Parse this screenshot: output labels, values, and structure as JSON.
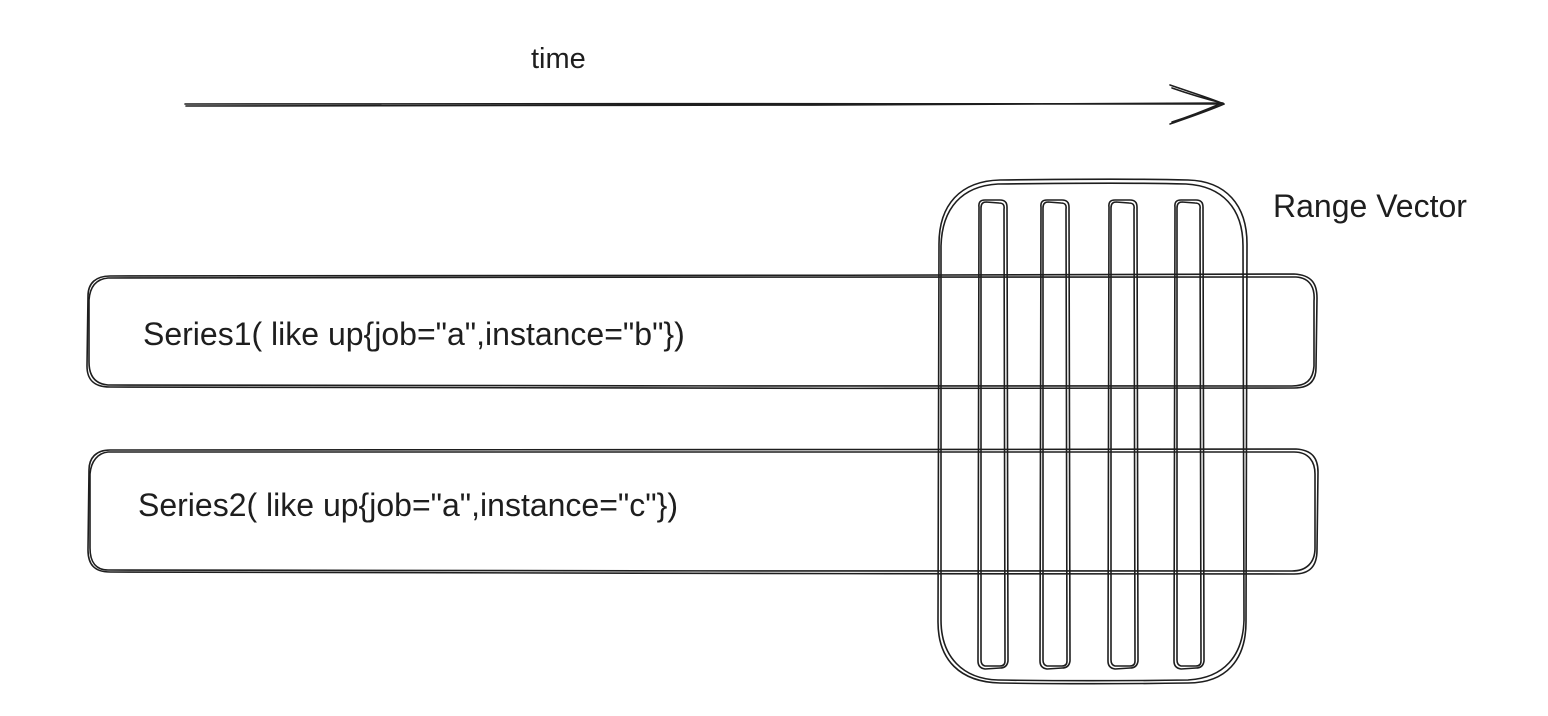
{
  "time_axis": {
    "label": "time"
  },
  "range_vector": {
    "label": "Range Vector",
    "sample_count": 4
  },
  "series": [
    {
      "label": "Series1( like up{job=\"a\",instance=\"b\"})"
    },
    {
      "label": "Series2( like up{job=\"a\",instance=\"c\"})"
    }
  ],
  "colors": {
    "stroke": "#1e1e1e",
    "background": "#ffffff"
  }
}
